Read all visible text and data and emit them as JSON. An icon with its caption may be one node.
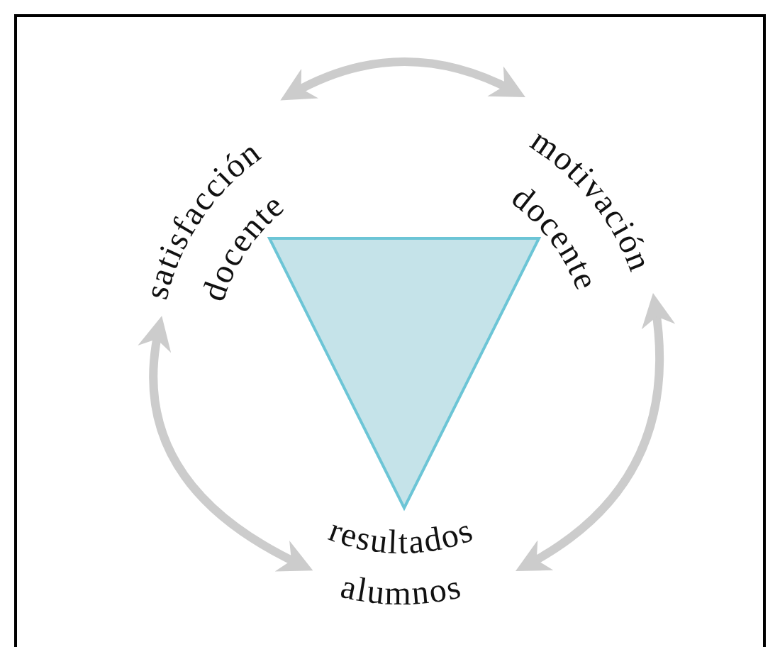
{
  "diagram": {
    "nodes": [
      {
        "text": [
          "satisfacción docente"
        ]
      },
      {
        "text": [
          "motivación docente"
        ]
      },
      {
        "text": [
          "resultados alumnos"
        ]
      }
    ],
    "edges": [
      {
        "from": 0,
        "to": 1,
        "arrow": "both"
      },
      {
        "from": 1,
        "to": 2,
        "arrow": "both"
      },
      {
        "from": 2,
        "to": 0,
        "arrow": "both"
      }
    ]
  }
}
